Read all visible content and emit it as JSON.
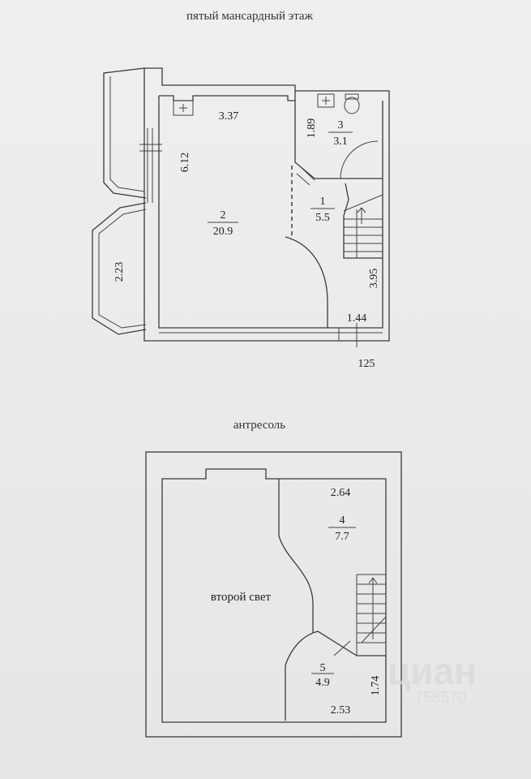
{
  "floor_title": "пятый мансардный этаж",
  "mezzanine_title": "антресоль",
  "floor": {
    "dims": {
      "w337": "3.37",
      "w612": "6.12",
      "w189": "1.89",
      "w223": "2.23",
      "w395": "3.95",
      "w144": "1.44",
      "mark125": "125"
    },
    "rooms": [
      {
        "num": "1",
        "area": "5.5"
      },
      {
        "num": "2",
        "area": "20.9"
      },
      {
        "num": "3",
        "area": "3.1"
      }
    ]
  },
  "mezz": {
    "dims": {
      "w264": "2.64",
      "w174": "1.74",
      "w253": "2.53"
    },
    "rooms": [
      {
        "num": "4",
        "area": "7.7"
      },
      {
        "num": "5",
        "area": "4.9"
      }
    ],
    "light_label": "второй свет"
  },
  "watermark": {
    "logo": "циан",
    "id": "...758570"
  }
}
